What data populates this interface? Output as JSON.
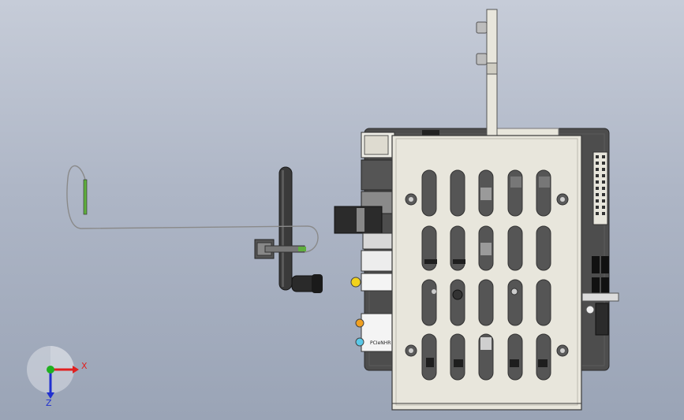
{
  "triad": {
    "x_label": "X",
    "z_label": "Z"
  },
  "board": {
    "connector_label": "PCIeNHR"
  },
  "colors": {
    "x_axis": "#e02020",
    "y_axis": "#20b020",
    "z_axis": "#2030d0",
    "cage": "#e8e6dc",
    "board": "#4d4d4d",
    "antenna": "#3a3a3a",
    "cable": "#8a8a8a",
    "audio_jack_yellow": "#f2d21a",
    "audio_jack_orange": "#f0a020",
    "audio_jack_blue": "#5ac8e8"
  }
}
